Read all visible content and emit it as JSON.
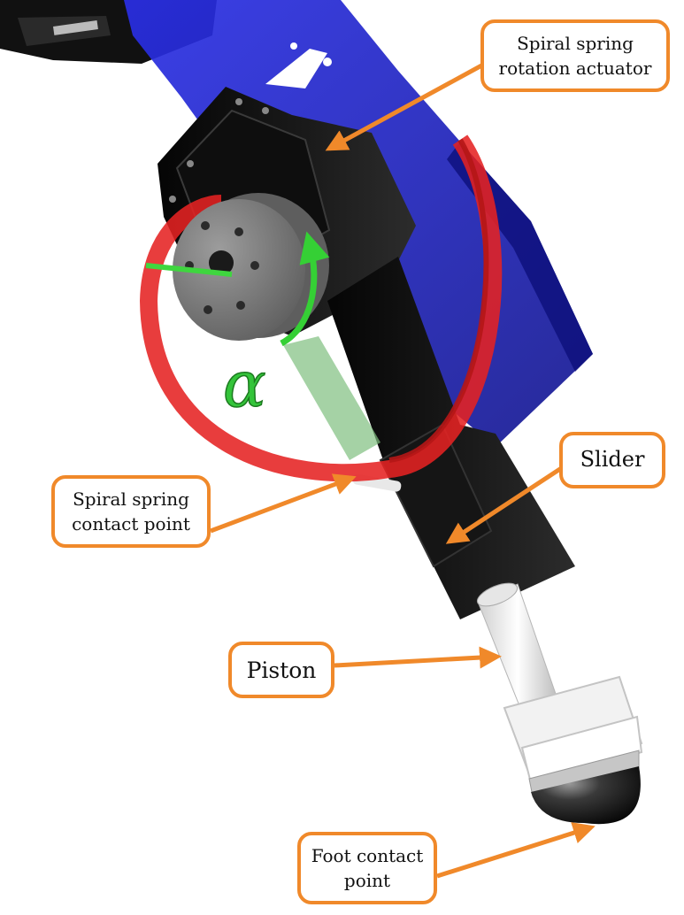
{
  "diagram": {
    "callouts": {
      "actuator": "Spiral spring\nrotation actuator",
      "slider": "Slider",
      "contact": "Spiral spring\ncontact point",
      "piston": "Piston",
      "foot": "Foot contact\npoint"
    },
    "angle_symbol": "α",
    "colors": {
      "callout_border": "#f0892a",
      "arrow": "#f0892a",
      "spring": "#e02828",
      "axis": "#3fd63f",
      "frame": "#1c1fd0"
    }
  }
}
